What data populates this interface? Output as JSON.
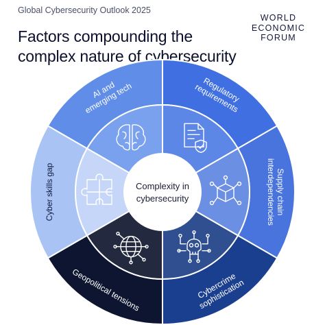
{
  "header": {
    "kicker": "Global Cybersecurity Outlook 2025",
    "title_line1": "Factors compounding the",
    "title_line2": "complex nature of cybersecurity"
  },
  "logo": {
    "line1": "WORLD",
    "line2": "ECONOMIC",
    "line3": "FORUM"
  },
  "diagram": {
    "center_line1": "Complexity in",
    "center_line2": "cybersecurity",
    "segments": [
      {
        "lines": [
          "Cyber skills gap"
        ],
        "icon": "puzzle-icon",
        "outer_color": "#a9c3f5",
        "inner_color": "#c5d6f8",
        "text_color": "#0f1a3f"
      },
      {
        "lines": [
          "AI and",
          "emerging tech"
        ],
        "icon": "brain-icon",
        "outer_color": "#5f8de8",
        "inner_color": "#7aa1ee",
        "text_color": "#ffffff"
      },
      {
        "lines": [
          "Regulatory",
          "requirements"
        ],
        "icon": "document-shield-icon",
        "outer_color": "#3f6fe0",
        "inner_color": "#5d87e6",
        "text_color": "#ffffff"
      },
      {
        "lines": [
          "Supply chain",
          "interdependencies"
        ],
        "icon": "package-network-icon",
        "outer_color": "#4a74dd",
        "inner_color": "#6b8fe2",
        "text_color": "#ffffff"
      },
      {
        "lines": [
          "Cybercrime",
          "sophistication"
        ],
        "icon": "skull-circuit-icon",
        "outer_color": "#1b3f8f",
        "inner_color": "#2f4f91",
        "text_color": "#ffffff"
      },
      {
        "lines": [
          "Geopolitical tensions"
        ],
        "icon": "globe-network-icon",
        "outer_color": "#0d1530",
        "inner_color": "#23293f",
        "text_color": "#ffffff"
      }
    ]
  }
}
